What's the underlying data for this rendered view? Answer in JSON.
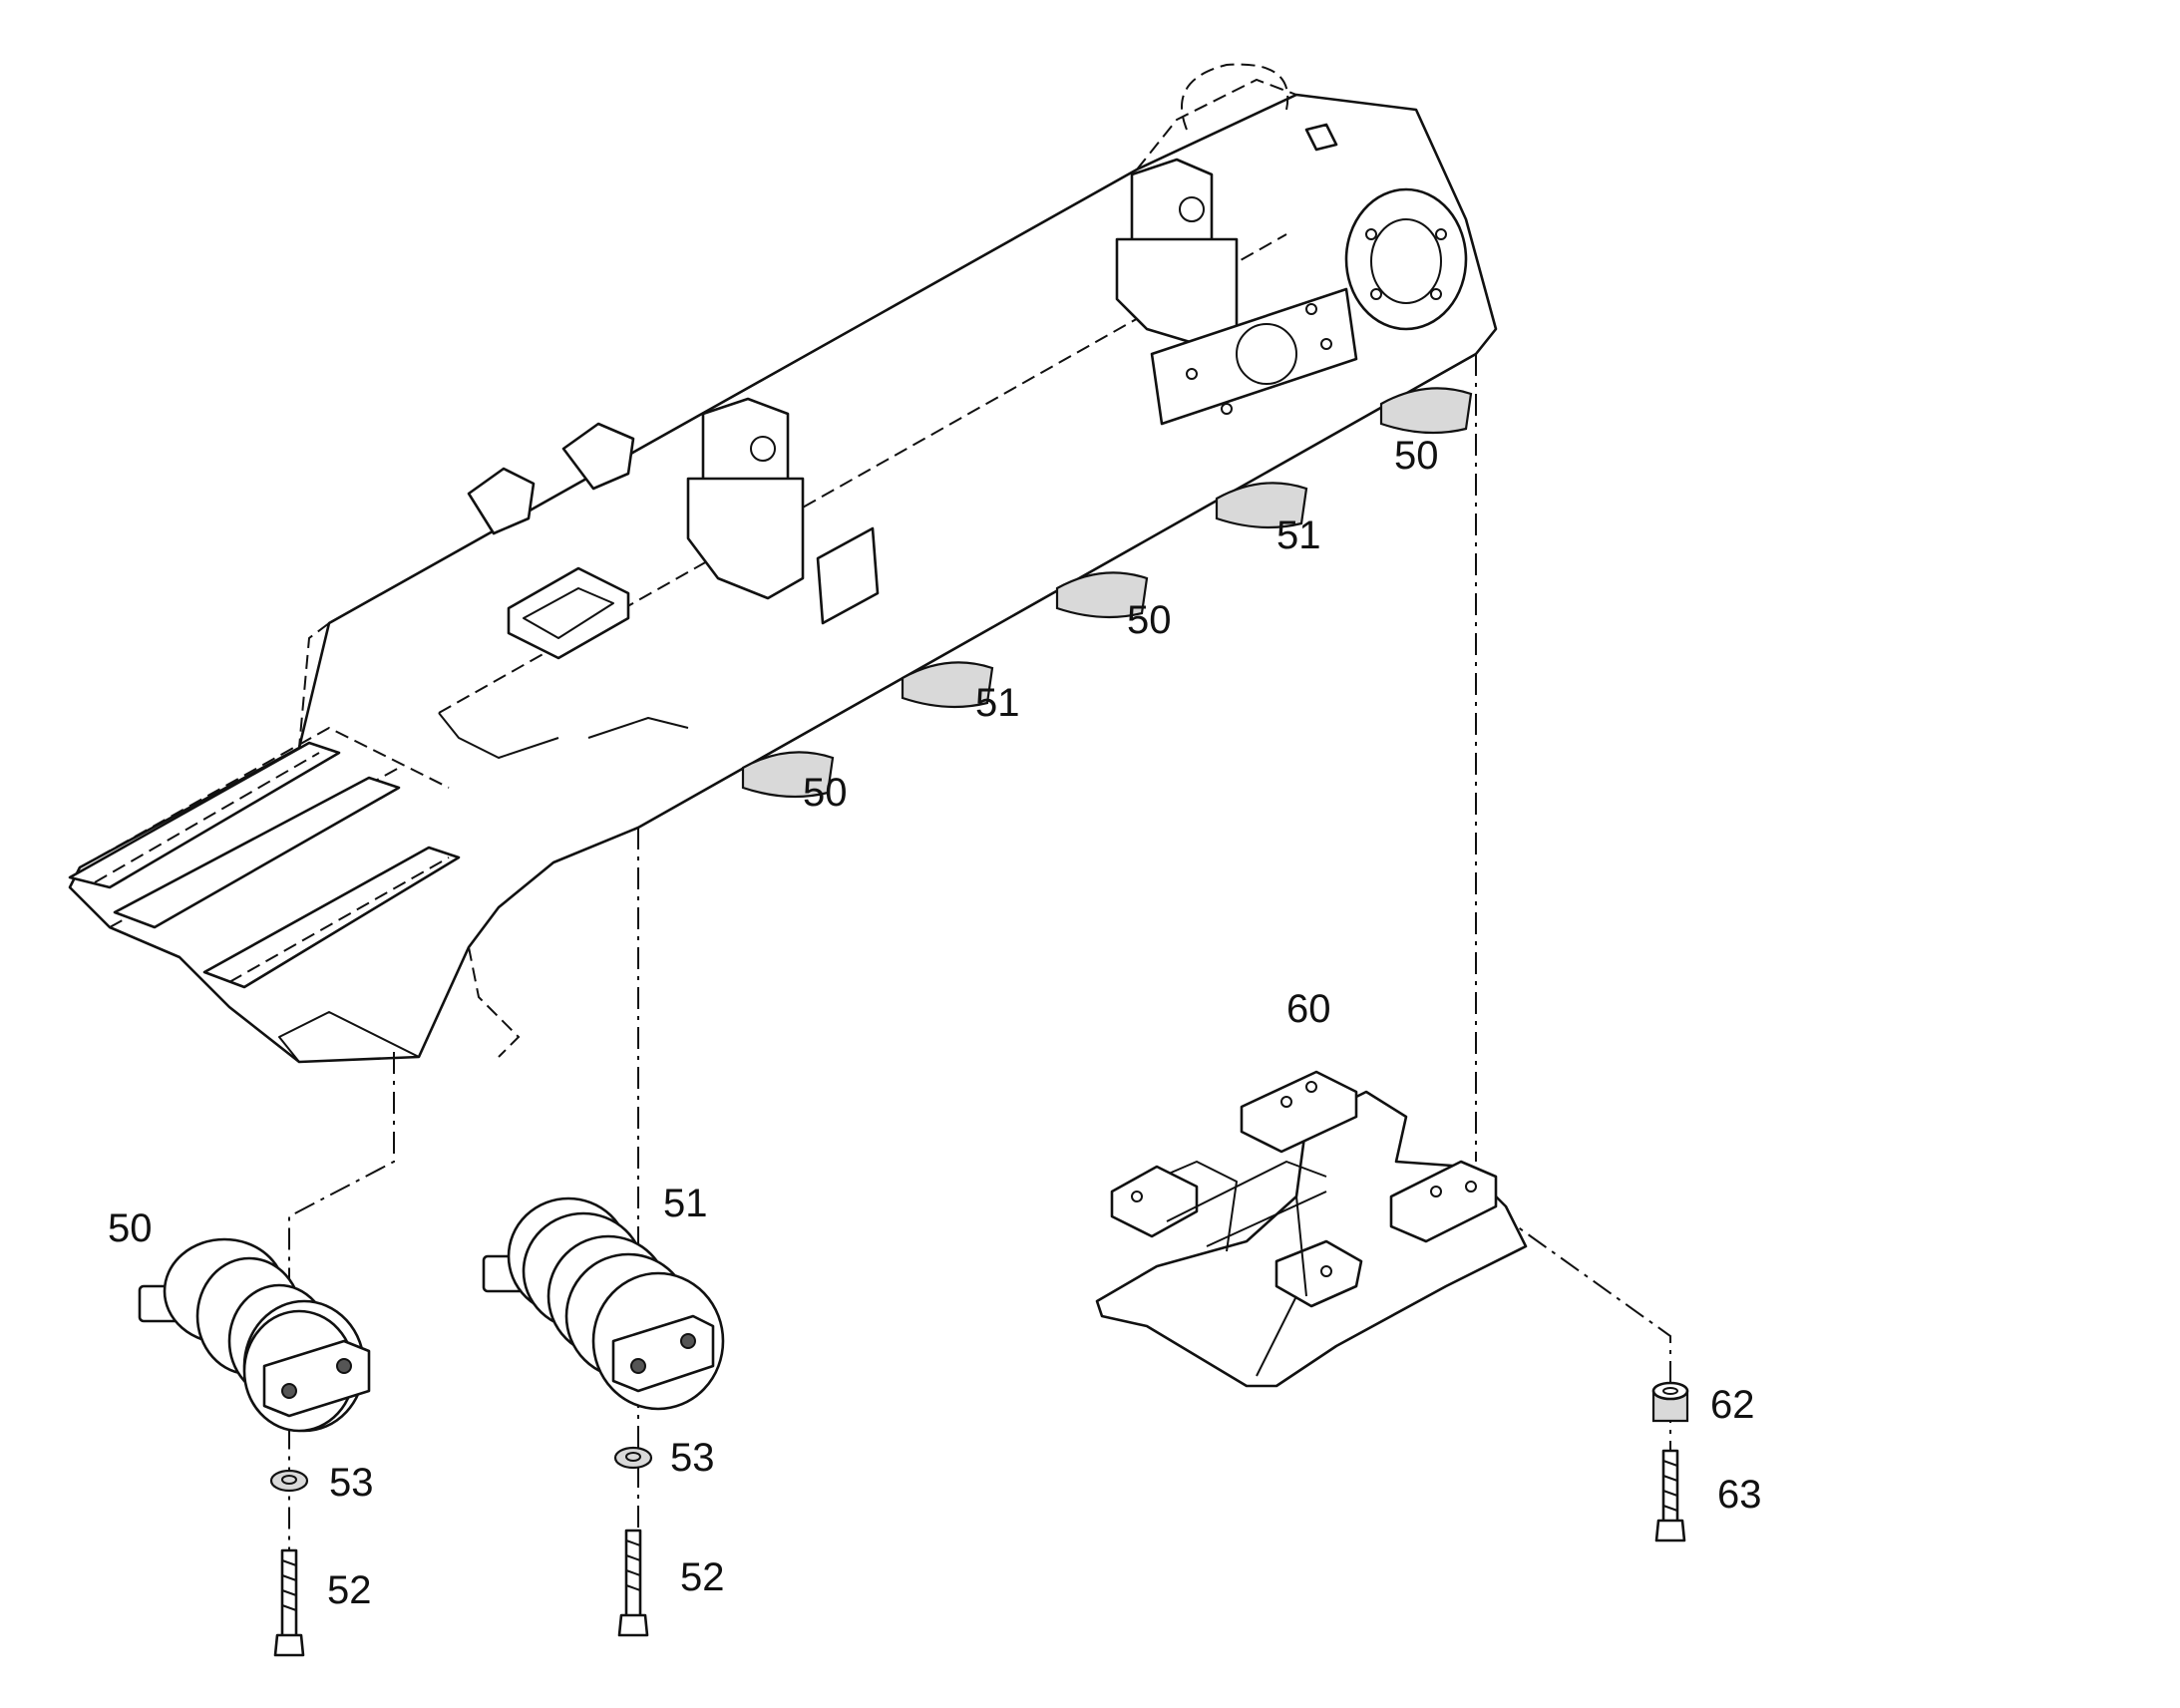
{
  "diagram": {
    "callouts": {
      "roller_single_upper_rear": "50",
      "roller_double_upper_rear": "51",
      "roller_single_upper_mid": "50",
      "roller_double_upper_front": "51",
      "roller_single_upper_front": "50",
      "guard": "60",
      "roller_single_exploded": "50",
      "roller_double_exploded": "51",
      "washer_left": "53",
      "washer_right": "53",
      "bolt_left": "52",
      "bolt_right": "52",
      "bushing": "62",
      "guard_bolt": "63"
    }
  }
}
